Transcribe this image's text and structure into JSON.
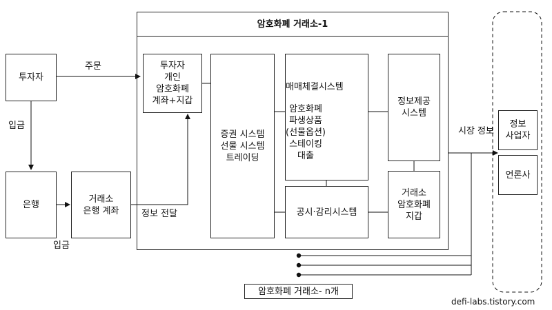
{
  "exchange": {
    "title": "암호화폐 거래소-1",
    "account_box": "투자자\n개인\n암호화폐\n계좌+지갑",
    "securities_box": "증권 시스템\n선물 시스템\n트레이딩",
    "matching_box": "매매체결시스템",
    "matching_products": "암호화폐\n파생상품\n(선물옵션)\n스테이킹\n대출",
    "info_box": "정보제공\n시스템",
    "disclosure_box": "공시·감리시스템",
    "wallet_box": "거래소\n암호화폐\n지갑"
  },
  "external": {
    "investor": "투자자",
    "bank": "은행",
    "exchange_bank_account": "거래소\n은행 계좌"
  },
  "labels": {
    "order": "주문",
    "deposit_1": "입금",
    "deposit_2": "입금",
    "info_transfer": "정보 전달",
    "market_info": "시장\n정보"
  },
  "right_group": {
    "info_provider": "정보\n사업자",
    "press": "언론사"
  },
  "footer": {
    "n_exchanges": "암호화폐 거래소- n개",
    "watermark": "defi-labs.tistory.com"
  }
}
